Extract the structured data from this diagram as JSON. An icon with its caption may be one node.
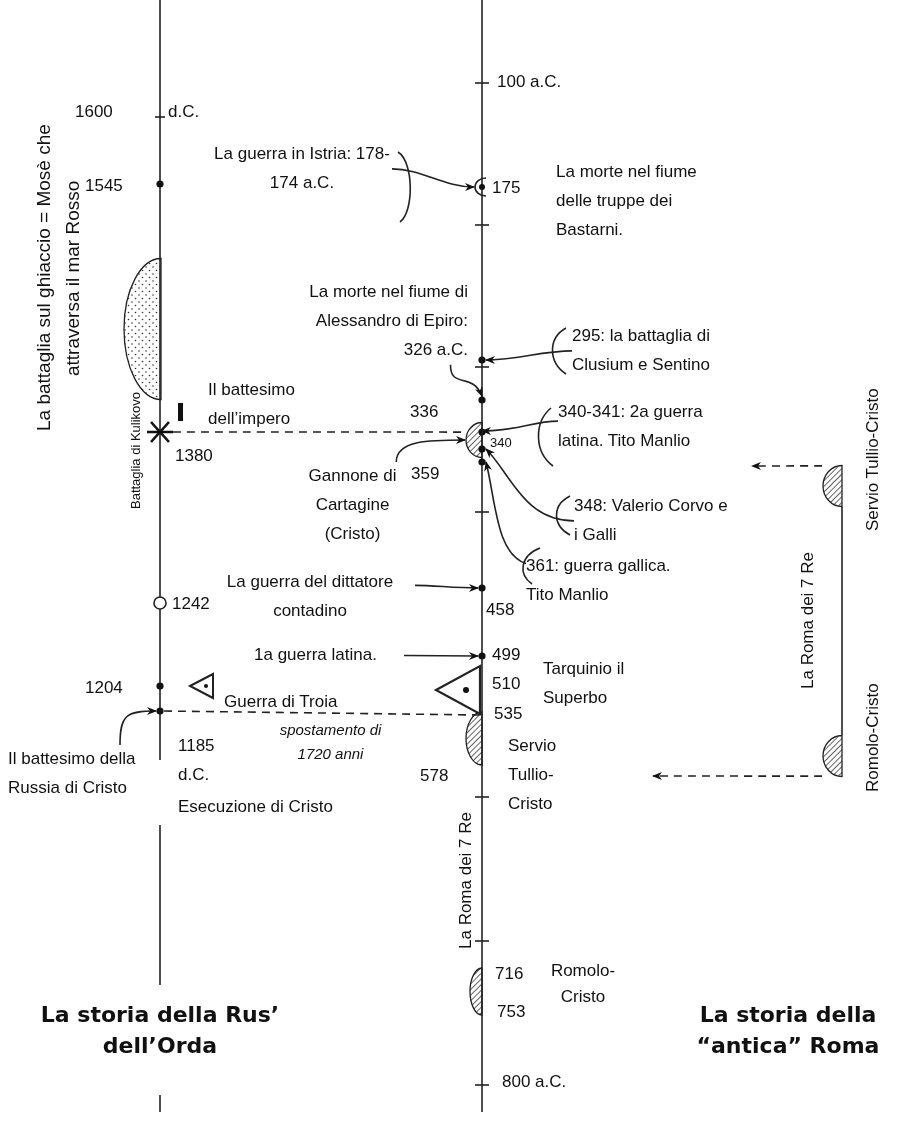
{
  "diagram": {
    "nodes": [
      {
        "text": [
          "La guerra in Istria: 178-174 a.C."
        ]
      },
      {
        "text": [
          "La morte nel fiume di Alessandro di Epiro: 326 a.C."
        ]
      },
      {
        "text": [
          "295: la battaglia di Clusium e Sentino"
        ]
      },
      {
        "text": [
          "340-341: 2a guerra latina. Tito Manlio"
        ]
      },
      {
        "text": [
          "Gannone di Cartagine (Cristo)"
        ]
      },
      {
        "text": [
          "348: Valerio Corvo e i Galli"
        ]
      },
      {
        "text": [
          "361: guerra gallica. Tito Manlio"
        ]
      },
      {
        "text": [
          "La guerra del dittatore contadino"
        ]
      },
      {
        "text": [
          "1a guerra latina."
        ]
      },
      {
        "text": [
          "Il battesimo della Russia di Cristo"
        ]
      },
      {
        "text": [],
        "shape": "semicircle",
        "beside": [
          "Servio Tullio-Cristo"
        ]
      },
      {
        "text": [],
        "shape": "semicircle",
        "beside": [
          "Romolo-Cristo"
        ]
      },
      {
        "text": [],
        "shape": "arc"
      },
      {
        "text": [],
        "shape": "semicircle"
      },
      {
        "text": [],
        "shape": "circle"
      },
      {
        "text": [],
        "shape": "circle"
      },
      {
        "text": [],
        "shape": "semicircle"
      },
      {
        "text": [],
        "shape": "circle"
      },
      {
        "text": [],
        "shape": "circle"
      },
      {
        "text": [],
        "shape": "circle"
      },
      {
        "text": [],
        "shape": "circle"
      },
      {
        "text": [],
        "shape": "circle"
      },
      {
        "text": [],
        "shape": "star"
      },
      {
        "text": [],
        "shape": "triangle"
      }
    ],
    "edges": [
      {
        "from": 0,
        "to": 12,
        "arrow": "to"
      },
      {
        "from": 1,
        "to": 15,
        "arrow": "to"
      },
      {
        "from": 2,
        "to": 14,
        "arrow": "to"
      },
      {
        "from": 3,
        "to": 16,
        "arrow": "to"
      },
      {
        "from": 4,
        "to": 16,
        "arrow": "to"
      },
      {
        "from": 5,
        "to": 17,
        "arrow": "to"
      },
      {
        "from": 6,
        "to": 18,
        "arrow": "to"
      },
      {
        "from": 7,
        "to": 19,
        "arrow": "to"
      },
      {
        "from": 8,
        "to": 20,
        "arrow": "to"
      },
      {
        "from": 9,
        "to": 21,
        "arrow": "to"
      },
      {
        "from": 10,
        "to": null,
        "arrow": "to",
        "style": "dashed"
      },
      {
        "from": 11,
        "to": null,
        "arrow": "to",
        "style": "dashed"
      },
      {
        "from": 10,
        "to": 11,
        "arrow": "none"
      },
      {
        "from": 22,
        "to": 16,
        "arrow": "none",
        "style": "dashed"
      },
      {
        "from": 21,
        "to": 23,
        "arrow": "none",
        "style": "dashed"
      }
    ],
    "labels": [
      "100 a.C.",
      "1600",
      "d.C.",
      "175",
      "La morte nel fiume delle truppe dei Bastarni.",
      "1545",
      "La battaglia sul ghiaccio = Mosè che attraversa il mar Rosso",
      "Il battesimo dell’impero",
      "336",
      "Battaglia di Kulikovo",
      "340",
      "1380",
      "359",
      "458",
      "1242",
      "499",
      "Tarquinio il Superbo",
      "510",
      "1204",
      "Guerra di Troia",
      "535",
      "spostamento di 1720 anni",
      "1185 d.C.",
      "Esecuzione di Cristo",
      "578",
      "Servio Tullio-Cristo",
      "La Roma dei 7 Re",
      "La Roma dei 7 Re",
      "716",
      "Romolo-Cristo",
      "753",
      "La storia della Rus’ dell’Orda",
      "La storia della “antica” Roma",
      "800 a.C."
    ]
  }
}
